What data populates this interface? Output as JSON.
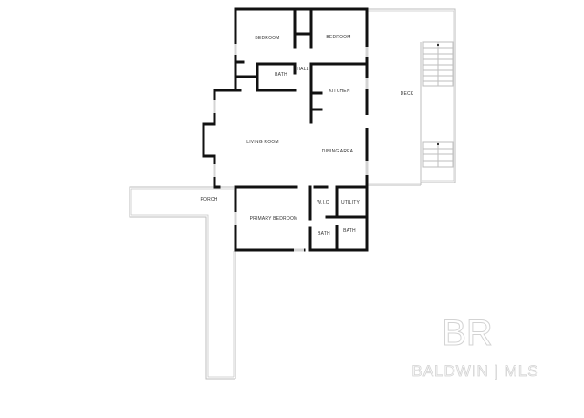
{
  "plan": {
    "rooms": {
      "bedroom_1": "BEDROOM",
      "bedroom_2": "BEDROOM",
      "hall": "HALL",
      "bath_upper": "BATH",
      "kitchen": "KITCHEN",
      "deck": "DECK",
      "living_room": "LIVING ROOM",
      "dining_area": "DINING AREA",
      "porch": "PORCH",
      "primary_bedroom": "PRIMARY BEDROOM",
      "wic": "W.I.C",
      "utility": "UTILITY",
      "bath_primary_1": "BATH",
      "bath_primary_2": "BATH"
    }
  },
  "watermark": {
    "mark": "BR",
    "text": "BALDWIN | MLS"
  },
  "colors": {
    "wall": "#111111",
    "outline": "#bdbdbd",
    "watermark": "#d3d3d3",
    "background": "#ffffff"
  }
}
